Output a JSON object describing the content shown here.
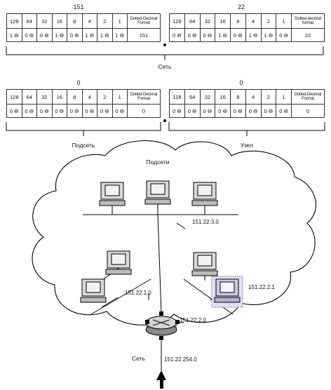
{
  "octets": [
    {
      "title": "151",
      "headers": [
        "128",
        "64",
        "32",
        "16",
        "8",
        "4",
        "2",
        "1"
      ],
      "bits": [
        "1",
        "0",
        "0",
        "1",
        "0",
        "1",
        "1",
        "1"
      ],
      "format_label": "Dotted-Decimal Format",
      "decimal": "151"
    },
    {
      "title": "22",
      "headers": [
        "128",
        "64",
        "32",
        "16",
        "8",
        "4",
        "2",
        "1"
      ],
      "bits": [
        "0",
        "0",
        "0",
        "1",
        "0",
        "1",
        "1",
        "0"
      ],
      "format_label": "Dotted-decimal format",
      "decimal": "22"
    },
    {
      "title": "0",
      "headers": [
        "128",
        "64",
        "32",
        "16",
        "8",
        "4",
        "2",
        "1"
      ],
      "bits": [
        "0",
        "0",
        "0",
        "0",
        "0",
        "0",
        "0",
        "0"
      ],
      "format_label": "Dotted-Decimal Format",
      "decimal": "0"
    },
    {
      "title": "0",
      "headers": [
        "128",
        "64",
        "32",
        "16",
        "8",
        "4",
        "2",
        "1"
      ],
      "bits": [
        "0",
        "0",
        "0",
        "0",
        "0",
        "0",
        "0",
        "0"
      ],
      "format_label": "Dotted-Decimal Format",
      "decimal": "0"
    }
  ],
  "labels": {
    "network": "Сеть",
    "subnet": "Подсеть",
    "host": "Узел",
    "subnets_cloud": "Подсети",
    "network_bottom": "Сеть"
  },
  "addresses": {
    "top_lan": "151.22.3.0",
    "left_lan": "151.22.1.0",
    "right_lan": "151.22.2.0",
    "host": "151.22.2.1",
    "backbone": "151.22.254.0"
  },
  "bit_separator": "⊖"
}
